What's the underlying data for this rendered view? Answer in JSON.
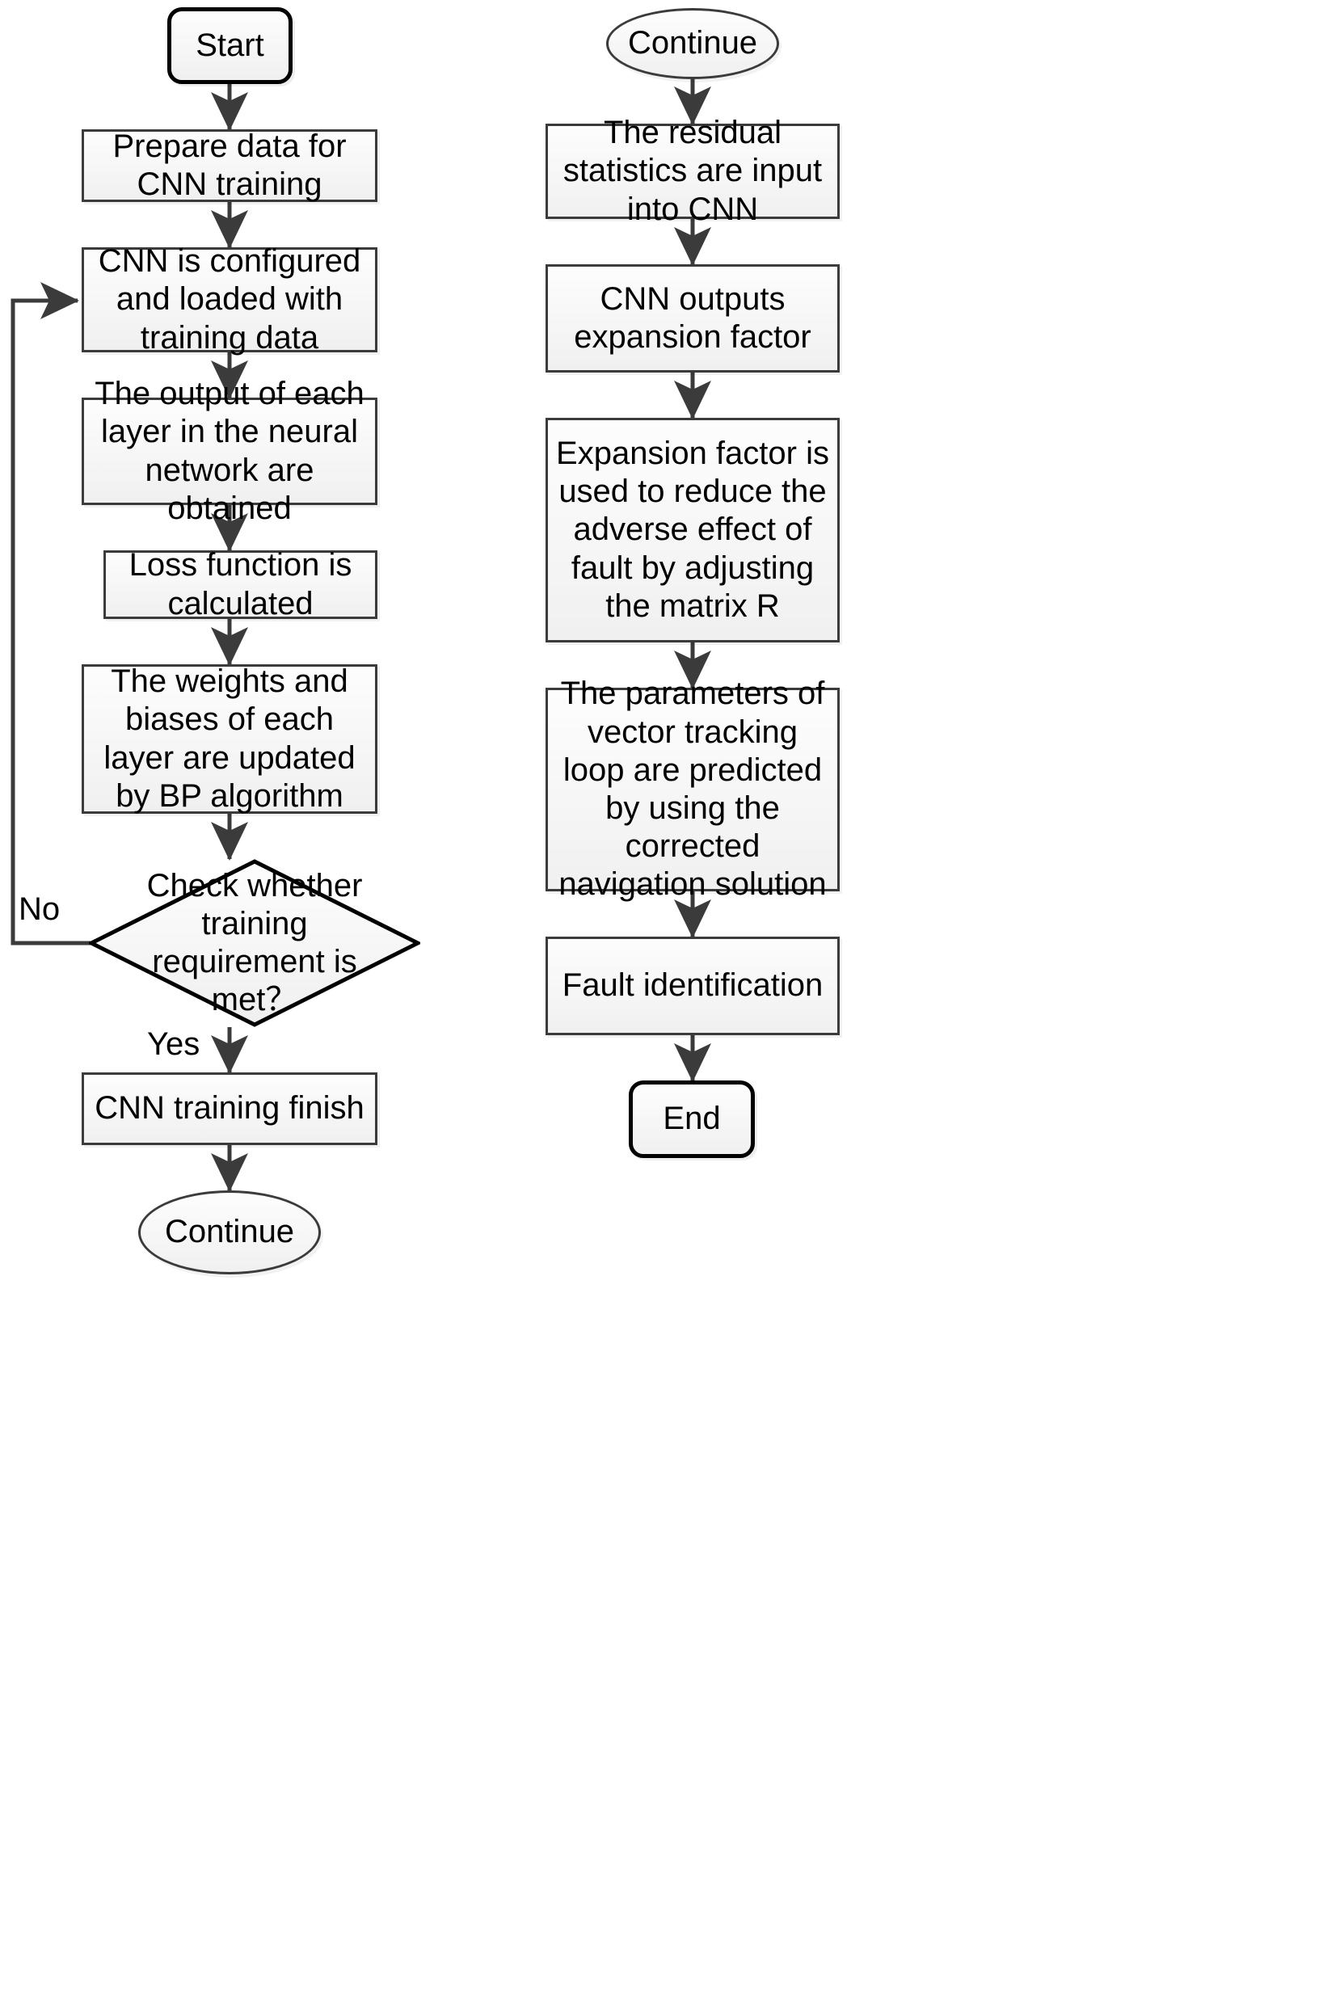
{
  "diagram": {
    "title": "CNN training and fault identification flowchart",
    "type": "flowchart",
    "stroke_color": "#3b3b3b",
    "terminator_stroke_color": "#000000",
    "fill_color": "#f5f5f5",
    "text_color": "#000000"
  },
  "left_column": {
    "start": "Start",
    "prepare_data": "Prepare data for CNN training",
    "configure_cnn": "CNN is configured and loaded with training data",
    "layer_output": "The output of each layer in the neural network are obtained",
    "loss_function": "Loss function is calculated",
    "update_weights": "The weights and biases of each layer are updated by BP algorithm",
    "decision": "Check whether training requirement is met？",
    "decision_no_label": "No",
    "decision_yes_label": "Yes",
    "training_finish": "CNN training finish",
    "continue": "Continue"
  },
  "right_column": {
    "continue": "Continue",
    "residual_input": "The residual statistics are input into CNN",
    "cnn_output": "CNN outputs expansion factor",
    "expansion_factor": "Expansion factor is used to reduce the adverse effect of fault by adjusting the matrix R",
    "vector_tracking": "The parameters of vector tracking loop are predicted by using the corrected navigation solution",
    "fault_identification": "Fault identification",
    "end": "End"
  }
}
